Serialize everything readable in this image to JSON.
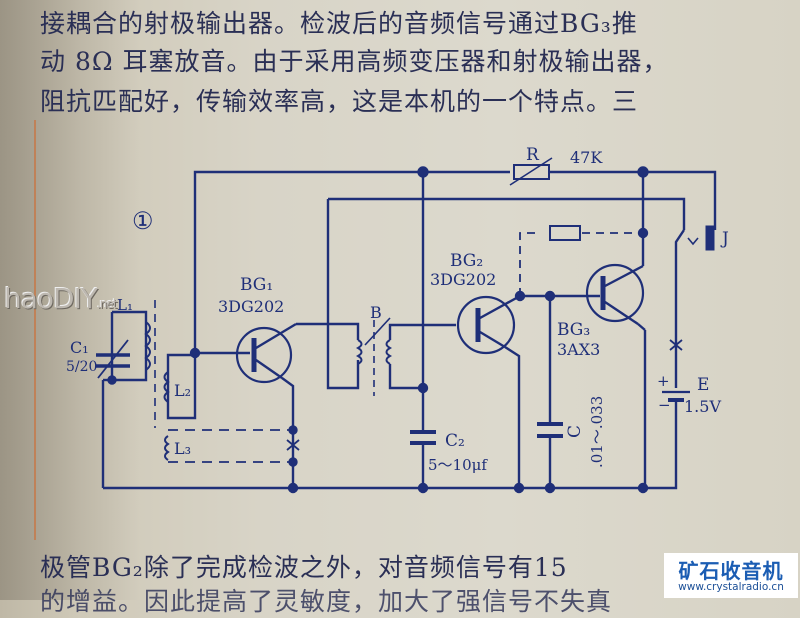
{
  "text": {
    "line1": "接耦合的射极输出器。检波后的音频信号通过BG₃推",
    "line2": "动 8Ω 耳塞放音。由于采用高频变压器和射极输出器，",
    "line3": "阻抗匹配好，传输效率高，这是本机的一个特点。三",
    "line4": "极管BG₂除了完成检波之外，对音频信号有15",
    "line5": "的增益。因此提高了灵敏度，加大了强信号不失真"
  },
  "diagram": {
    "figure_number": "①",
    "components": {
      "C1": {
        "name": "C₁",
        "value": "5/20"
      },
      "L1": {
        "name": "L₁"
      },
      "L2": {
        "name": "L₂"
      },
      "L3": {
        "name": "L₃"
      },
      "BG1": {
        "name": "BG₁",
        "model": "3DG202"
      },
      "B": {
        "name": "B"
      },
      "BG2": {
        "name": "BG₂",
        "model": "3DG202"
      },
      "C2": {
        "name": "C₂",
        "value": "5～10μf"
      },
      "R": {
        "name": "R",
        "value": "47K"
      },
      "BG3": {
        "name": "BG₃",
        "model": "3AX3"
      },
      "C": {
        "name": "C",
        "value": ".01～.033"
      },
      "E": {
        "name": "E",
        "value": "1.5V",
        "plus": "+",
        "minus": "−"
      },
      "J": {
        "name": "J"
      }
    }
  },
  "watermark": {
    "main": "haoDIY",
    "suffix": ".net"
  },
  "badge": {
    "title": "矿石收音机",
    "url": "www.crystalradio.cn"
  },
  "colors": {
    "ink": "#1f2f78",
    "text": "#2a2f55",
    "badge_blue": "#1b5db3"
  }
}
